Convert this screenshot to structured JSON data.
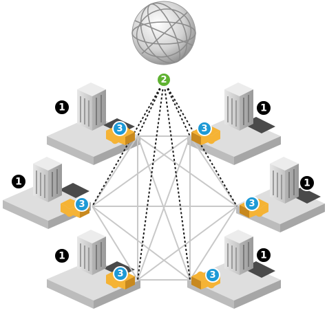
{
  "colors": {
    "site_marker": "#000000",
    "hub_marker": "#5fb231",
    "connector_marker": "#1e9ad6",
    "connector": "#f5b335",
    "connector_dark": "#c8891f",
    "mesh_line": "#c8c8c8",
    "hub_line": "#1a1a1a",
    "platform_top": "#dedede",
    "platform_left": "#bcbcbc",
    "platform_right": "#a6a6a6",
    "shadow": "#4a4a4a",
    "building": "#cfcfcf"
  },
  "icons": {
    "hub": "globe-icon",
    "site": "office-building-icon",
    "connector": "puzzle-connector-icon"
  },
  "hub": {
    "marker": "2"
  },
  "sites": [
    {
      "id": "top-left",
      "site_marker": "1",
      "connector_marker": "3"
    },
    {
      "id": "middle-left",
      "site_marker": "1",
      "connector_marker": "3"
    },
    {
      "id": "bottom-left",
      "site_marker": "1",
      "connector_marker": "3"
    },
    {
      "id": "top-right",
      "site_marker": "1",
      "connector_marker": "3"
    },
    {
      "id": "middle-right",
      "site_marker": "1",
      "connector_marker": "3"
    },
    {
      "id": "bottom-right",
      "site_marker": "1",
      "connector_marker": "3"
    }
  ]
}
